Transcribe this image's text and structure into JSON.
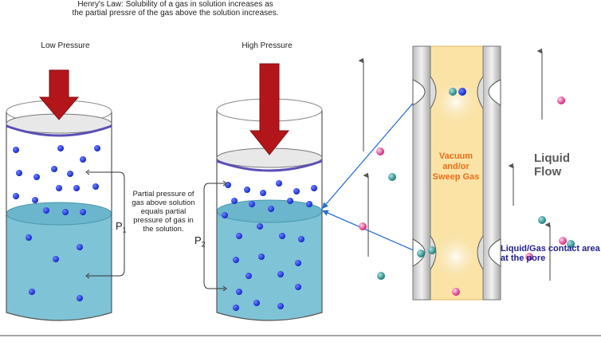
{
  "title": "Henry's Law: Solubility of a gas in solution increases as the partial pressre of the gas above the solution increases.",
  "low_pressure_label": "Low Pressure",
  "high_pressure_label": "High Pressure",
  "explanation": "Partial pressure of gas above solution equals partial pressure of gas in the solution.",
  "p1_label": "P",
  "p1_sub": "1",
  "p2_label": "P",
  "p2_sub": "2",
  "membrane_core_label": "Vacuum and/or Sweep Gas",
  "liquid_flow_label": "Liquid Flow",
  "contact_label": "Liquid/Gas contact area at the pore",
  "colors": {
    "liquid": "#7fc3d6",
    "gas_molecule": "#1a2fe0",
    "piston_arrow": "#b3161a",
    "membrane_core": "#fbe3a6",
    "vacuum_text": "#e86f1a",
    "contact_text": "#1f1f8f",
    "arrow_blue": "#2a6fd1"
  }
}
